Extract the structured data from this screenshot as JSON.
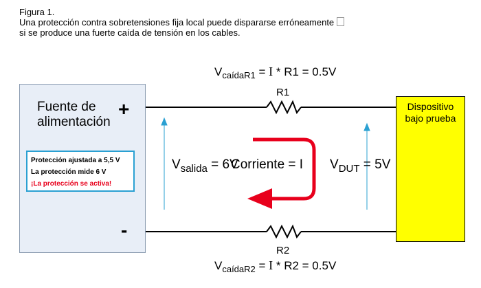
{
  "caption": {
    "line1": "Figura 1.",
    "line2": "Una protección contra sobretensiones fija local puede dispararse erróneamente",
    "line3": "si se produce una fuerte caída de tensión en los cables."
  },
  "eq_top": {
    "v": "V",
    "sub": "caídaR1",
    "eq": " = ",
    "i": "I",
    "rest": " * R1 =  0.5V"
  },
  "eq_bottom": {
    "v": "V",
    "sub": "caídaR2",
    "eq": " = ",
    "i": "I",
    "rest": " * R2 = 0.5V"
  },
  "r1_label": "R1",
  "r2_label": "R2",
  "source": {
    "title_line1": "Fuente de",
    "title_line2": "alimentación",
    "plus": "+",
    "minus": "-"
  },
  "protection": {
    "line1": "Protección ajustada a 5,5 V",
    "line2": "La protección mide 6 V",
    "line3": "¡La protección se activa!"
  },
  "dut": {
    "line1": "Dispositivo",
    "line2": "bajo prueba"
  },
  "v_out": {
    "v": "V",
    "sub": "salida",
    "rest": " = 6V"
  },
  "current": "Corriente = I",
  "v_dut": {
    "v": "V",
    "sub": "DUT",
    "rest": " = 5V"
  },
  "colors": {
    "wire": "#000000",
    "arrow_red": "#e8001c",
    "blue_line": "#2aa0d2",
    "dut_fill": "#ffff00",
    "source_fill": "#e8eef7"
  }
}
